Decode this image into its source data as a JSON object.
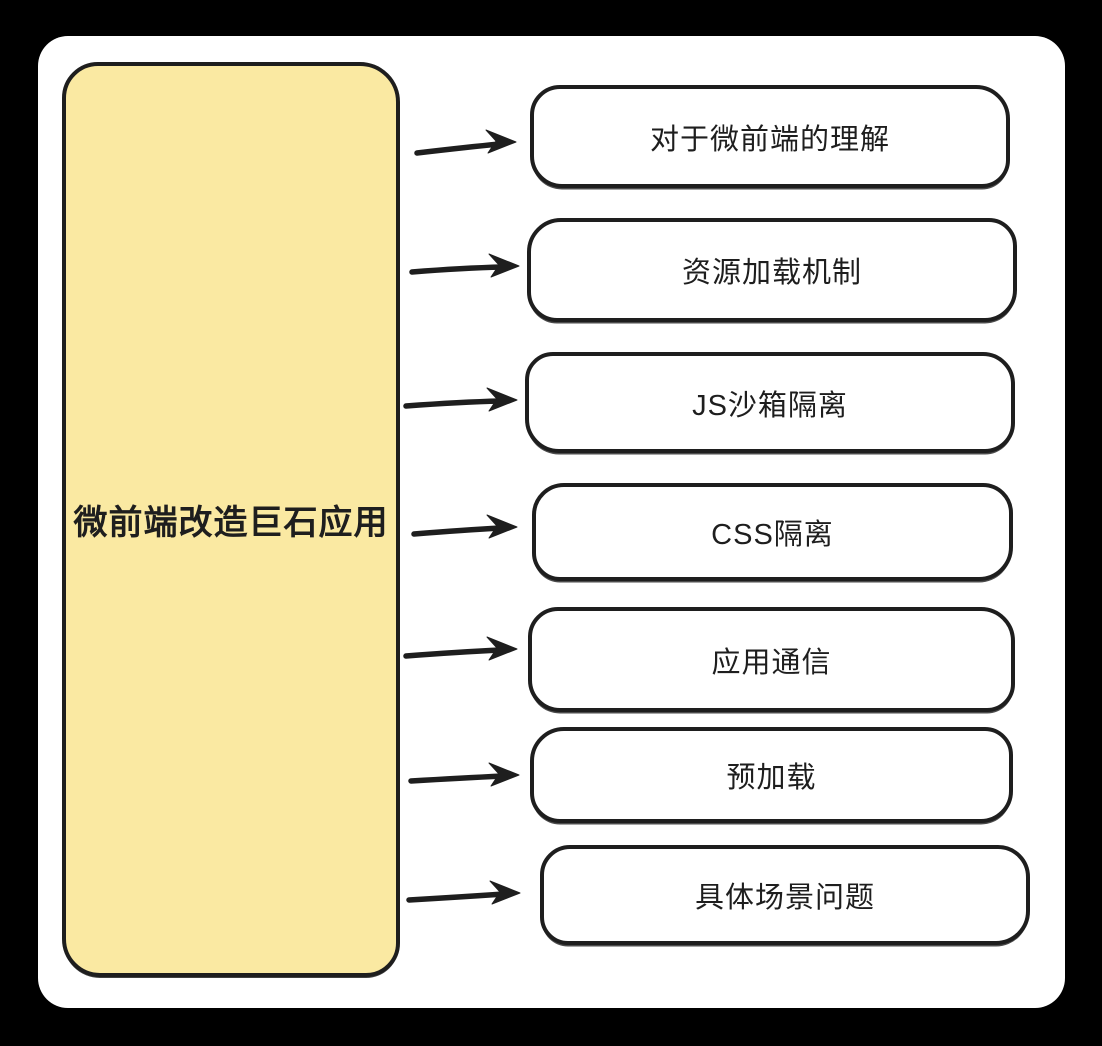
{
  "diagram": {
    "root": {
      "label": "微前端改造巨石应用"
    },
    "branches": [
      {
        "label": "对于微前端的理解"
      },
      {
        "label": "资源加载机制"
      },
      {
        "label": "JS沙箱隔离"
      },
      {
        "label": "CSS隔离"
      },
      {
        "label": "应用通信"
      },
      {
        "label": "预加载"
      },
      {
        "label": "具体场景问题"
      }
    ],
    "colors": {
      "background": "#000000",
      "canvas": "#ffffff",
      "stroke": "#1e1e1e",
      "root_fill": "#fae9a2",
      "node_fill": "#ffffff",
      "text": "#1e1e1e"
    }
  }
}
